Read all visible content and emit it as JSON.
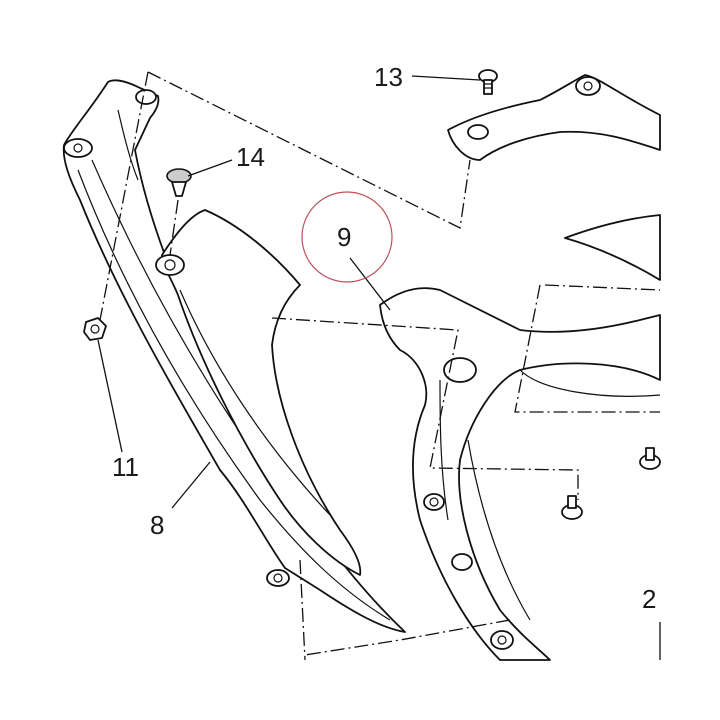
{
  "callouts": {
    "c2": "2",
    "c8": "8",
    "c9": "9",
    "c11": "11",
    "c13": "13",
    "c14": "14"
  },
  "colors": {
    "line": "#111111",
    "highlight_circle": "#c0505a",
    "plug_fill": "#cccccc"
  }
}
